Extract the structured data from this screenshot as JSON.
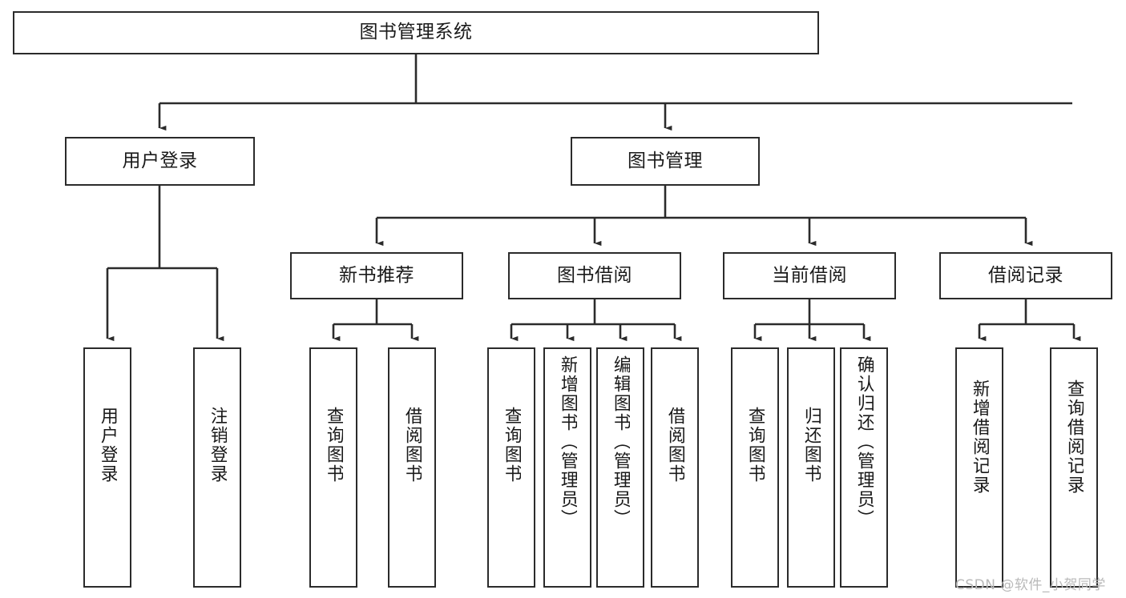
{
  "diagram": {
    "title": "图书管理系统",
    "type": "tree-hierarchy",
    "nodes": {
      "root": {
        "label": "图书管理系统"
      },
      "level1": [
        {
          "id": "user-login",
          "label": "用户登录"
        },
        {
          "id": "book-manage",
          "label": "图书管理"
        }
      ],
      "level2": [
        {
          "id": "new-book-recommend",
          "label": "新书推荐"
        },
        {
          "id": "book-borrow",
          "label": "图书借阅"
        },
        {
          "id": "current-borrow",
          "label": "当前借阅"
        },
        {
          "id": "borrow-record",
          "label": "借阅记录"
        }
      ],
      "leaves": [
        {
          "id": "leaf-user-login",
          "label": "用户登录",
          "parent": "user-login"
        },
        {
          "id": "leaf-logout",
          "label": "注销登录",
          "parent": "user-login"
        },
        {
          "id": "leaf-query-book-1",
          "label": "查询图书",
          "parent": "new-book-recommend"
        },
        {
          "id": "leaf-borrow-book-1",
          "label": "借阅图书",
          "parent": "new-book-recommend"
        },
        {
          "id": "leaf-query-book-2",
          "label": "查询图书",
          "parent": "book-borrow"
        },
        {
          "id": "leaf-add-book",
          "label": "新增图书（管理员）",
          "parent": "book-borrow"
        },
        {
          "id": "leaf-edit-book",
          "label": "编辑图书（管理员）",
          "parent": "book-borrow"
        },
        {
          "id": "leaf-borrow-book-2",
          "label": "借阅图书",
          "parent": "book-borrow"
        },
        {
          "id": "leaf-query-book-3",
          "label": "查询图书",
          "parent": "current-borrow"
        },
        {
          "id": "leaf-return-book",
          "label": "归还图书",
          "parent": "current-borrow"
        },
        {
          "id": "leaf-confirm-return",
          "label": "确认归还（管理员）",
          "parent": "current-borrow"
        },
        {
          "id": "leaf-add-record",
          "label": "新增借阅记录",
          "parent": "borrow-record"
        },
        {
          "id": "leaf-query-record",
          "label": "查询借阅记录",
          "parent": "borrow-record"
        }
      ]
    },
    "colors": {
      "stroke": "#2b2b2b",
      "fill": "#ffffff",
      "text": "#1a1a1a",
      "watermark": "#b9b9b9"
    }
  },
  "watermark": {
    "text": "CSDN @软件_小贺同学"
  }
}
